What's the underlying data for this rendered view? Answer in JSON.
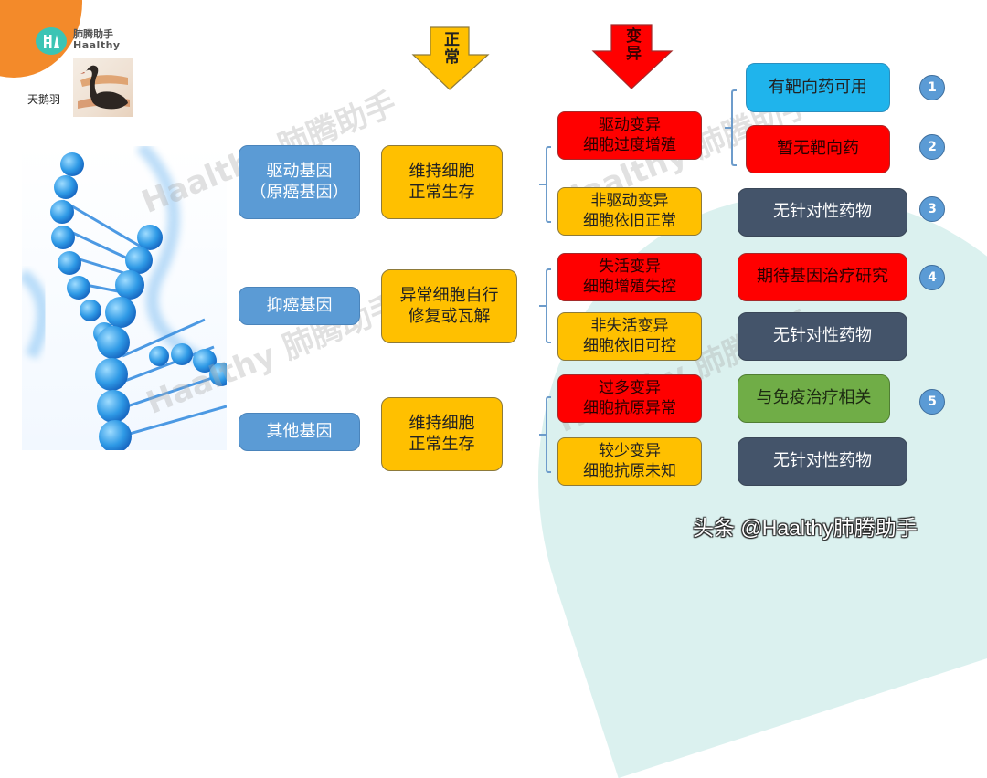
{
  "branding": {
    "logo_cn": "肺腾助手",
    "logo_en": "Haalthy",
    "author": "天鹅羽",
    "watermark": "Haalthy 肺腾助手",
    "footer": "头条 @Haalthy肺腾助手"
  },
  "arrows": {
    "normal": "正常",
    "mutation": "变异"
  },
  "colors": {
    "gene_blue": "#5b9bd5",
    "yellow": "#ffc000",
    "red": "#ff0000",
    "cyan": "#1fb4ec",
    "dark": "#44546a",
    "green": "#70ad47",
    "orange_accent": "#f38a2a",
    "teal_bg": "#d9f0ee"
  },
  "rows": [
    {
      "gene": "驱动基因\n（原癌基因）",
      "gene_line1": "驱动基因",
      "gene_line2": "（原癌基因）",
      "normal_line1": "维持细胞",
      "normal_line2": "正常生存",
      "mutations": [
        {
          "line1": "驱动变异",
          "line2": "细胞过度增殖",
          "color": "red"
        },
        {
          "line1": "非驱动变异",
          "line2": "细胞依旧正常",
          "color": "yellow"
        }
      ]
    },
    {
      "gene_line1": "抑癌基因",
      "normal_line1": "异常细胞自行",
      "normal_line2": "修复或瓦解",
      "mutations": [
        {
          "line1": "失活变异",
          "line2": "细胞增殖失控",
          "color": "red"
        },
        {
          "line1": "非失活变异",
          "line2": "细胞依旧可控",
          "color": "yellow"
        }
      ]
    },
    {
      "gene_line1": "其他基因",
      "normal_line1": "维持细胞",
      "normal_line2": "正常生存",
      "mutations": [
        {
          "line1": "过多变异",
          "line2": "细胞抗原异常",
          "color": "red"
        },
        {
          "line1": "较少变异",
          "line2": "细胞抗原未知",
          "color": "yellow"
        }
      ]
    }
  ],
  "outcomes": [
    {
      "label": "有靶向药可用",
      "number": "1",
      "color": "cyan"
    },
    {
      "label": "暂无靶向药",
      "number": "2",
      "color": "red"
    },
    {
      "label": "无针对性药物",
      "number": "3",
      "color": "dark"
    },
    {
      "label": "期待基因治疗研究",
      "number": "4",
      "color": "red"
    },
    {
      "label": "无针对性药物",
      "number": "",
      "color": "dark"
    },
    {
      "label": "与免疫治疗相关",
      "number": "5",
      "color": "green"
    },
    {
      "label": "无针对性药物",
      "number": "",
      "color": "dark"
    }
  ]
}
